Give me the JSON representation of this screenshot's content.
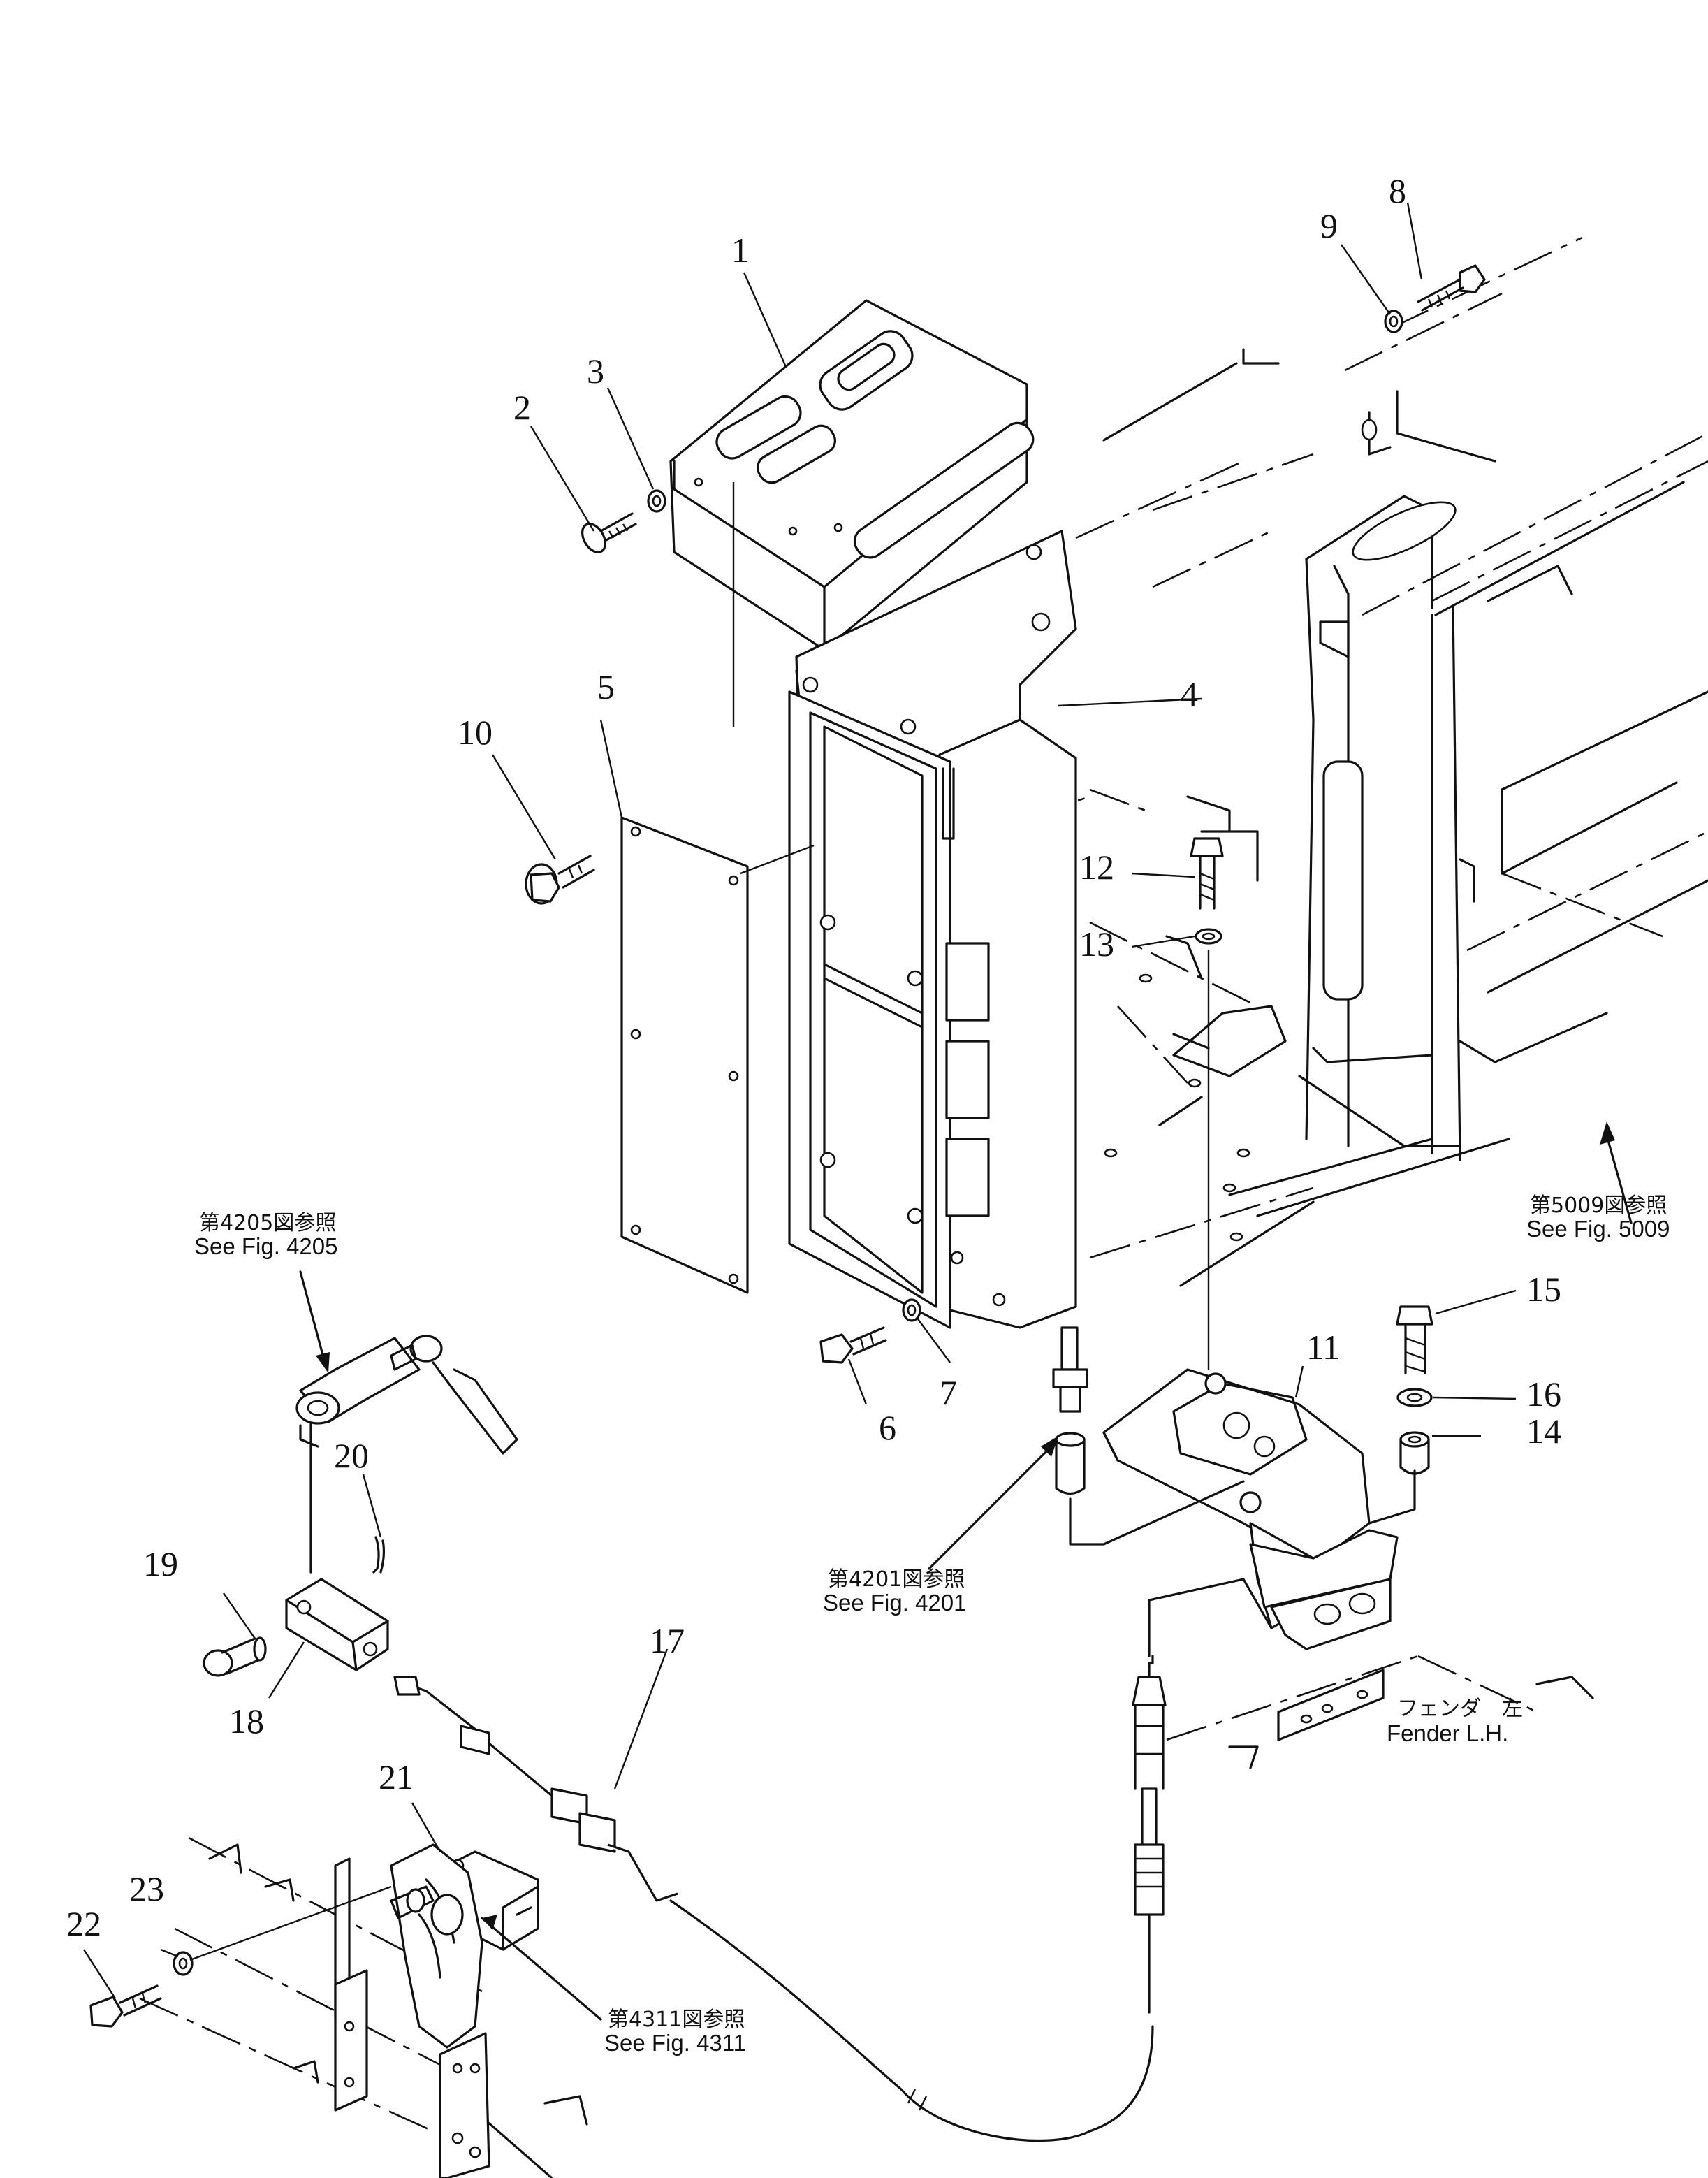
{
  "callouts": [
    {
      "num": "1"
    },
    {
      "num": "2"
    },
    {
      "num": "3"
    },
    {
      "num": "4"
    },
    {
      "num": "5"
    },
    {
      "num": "6"
    },
    {
      "num": "7"
    },
    {
      "num": "8"
    },
    {
      "num": "9"
    },
    {
      "num": "10"
    },
    {
      "num": "11"
    },
    {
      "num": "12"
    },
    {
      "num": "13"
    },
    {
      "num": "14"
    },
    {
      "num": "15"
    },
    {
      "num": "16"
    },
    {
      "num": "17"
    },
    {
      "num": "18"
    },
    {
      "num": "19"
    },
    {
      "num": "20"
    },
    {
      "num": "21"
    },
    {
      "num": "22"
    },
    {
      "num": "23"
    }
  ],
  "references": [
    {
      "jp": "第4205図参照",
      "en": "See Fig. 4205"
    },
    {
      "jp": "第5009図参照",
      "en": "See Fig. 5009"
    },
    {
      "jp": "第4201図参照",
      "en": "See Fig. 4201"
    },
    {
      "jp": "第4311図参照",
      "en": "See Fig. 4311"
    }
  ],
  "fender_label": {
    "jp": "フェンダ　左",
    "en": "Fender  L.H."
  }
}
